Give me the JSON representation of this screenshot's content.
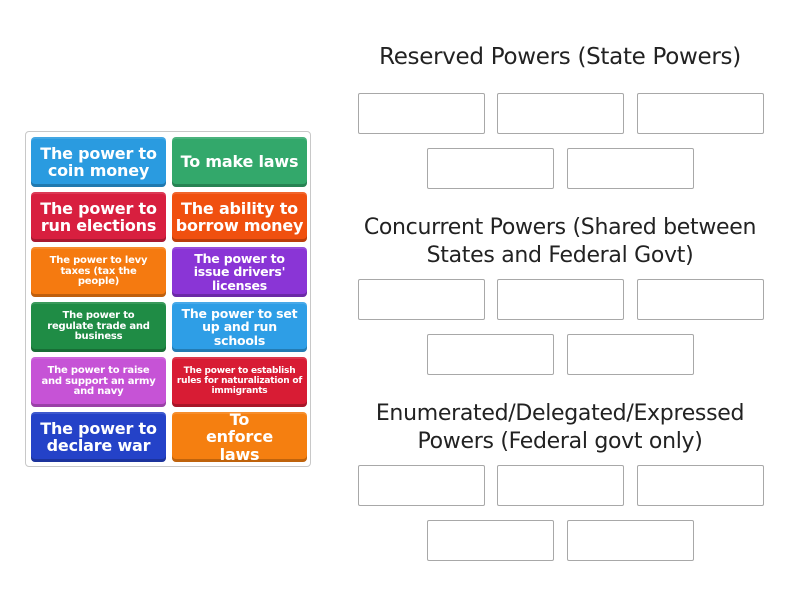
{
  "tiles": [
    {
      "label": "The power to coin money",
      "color": "#2a9be0"
    },
    {
      "label": "To make laws",
      "color": "#33a86b"
    },
    {
      "label": "The power to run elections",
      "color": "#d81f3f"
    },
    {
      "label": "The ability to borrow money",
      "color": "#f0500f"
    },
    {
      "label": "The power to levy taxes (tax the people)",
      "color": "#f57a10"
    },
    {
      "label": "The power to issue drivers' licenses",
      "color": "#8a35d6"
    },
    {
      "label": "The power to regulate trade and business",
      "color": "#1f8c45"
    },
    {
      "label": "The power to set up and run schools",
      "color": "#2e9ee6"
    },
    {
      "label": "The power to raise and support an army and navy",
      "color": "#c653d6"
    },
    {
      "label": "The power to establish rules for naturalization of immigrants",
      "color": "#d81c34"
    },
    {
      "label": "The power to declare war",
      "color": "#2442c8"
    },
    {
      "label": "To enforce laws",
      "color": "#f57f10"
    }
  ],
  "groups": [
    {
      "title": "Reserved Powers (State Powers)",
      "slots": 5
    },
    {
      "title": "Concurrent Powers (Shared between States and Federal Govt)",
      "slots": 5
    },
    {
      "title": "Enumerated/Delegated/Expressed Powers (Federal govt only)",
      "slots": 5
    }
  ]
}
